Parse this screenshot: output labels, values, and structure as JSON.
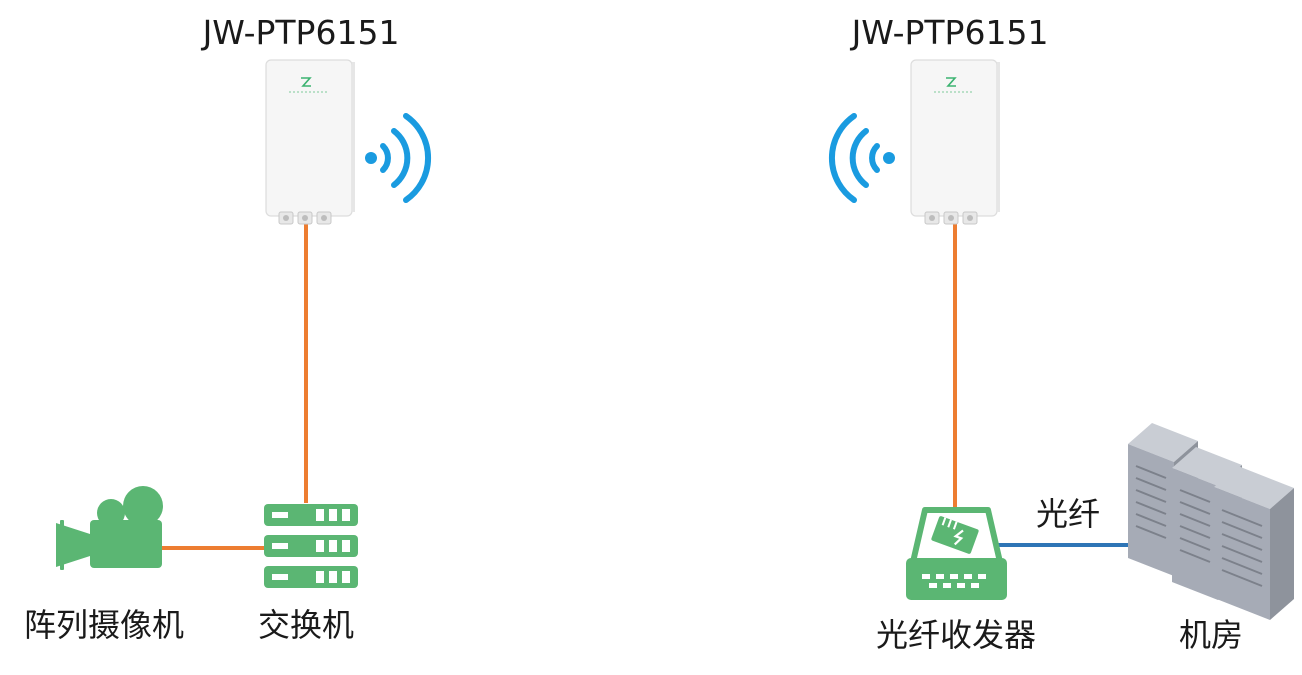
{
  "devices": {
    "bridge_left": {
      "model": "JW-PTP6151"
    },
    "bridge_right": {
      "model": "JW-PTP6151"
    },
    "camera": {
      "label": "阵列摄像机"
    },
    "switch": {
      "label": "交换机"
    },
    "media_converter": {
      "label": "光纤收发器"
    },
    "server_room": {
      "label": "机房"
    }
  },
  "links": {
    "fiber": {
      "label": "光纤"
    }
  },
  "colors": {
    "ethernet_cable": "#ED7D31",
    "fiber_cable": "#2E75B6",
    "wifi_signal": "#1A9BE0",
    "device_green": "#5BB673",
    "server_gray": "#A6ABB6"
  }
}
